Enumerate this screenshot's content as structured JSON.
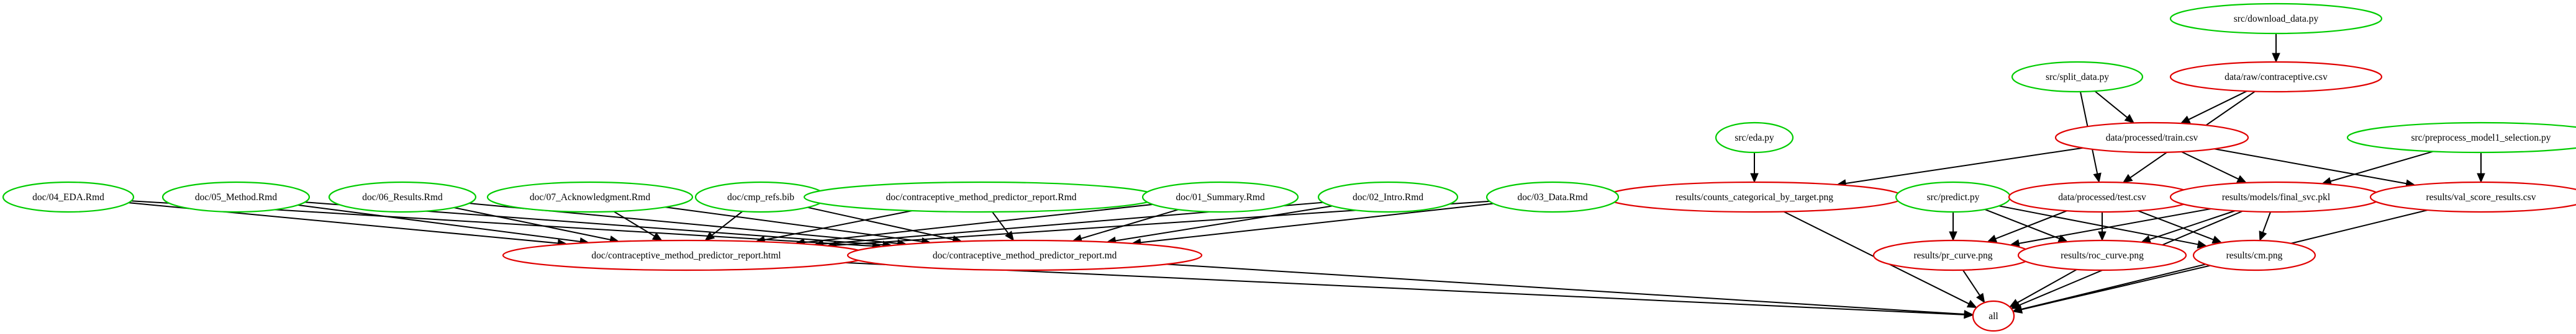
{
  "colors": {
    "source": "#00cc00",
    "target": "#e00000",
    "edge": "#000000",
    "background": "#ffffff"
  },
  "nodes": [
    {
      "id": "n_download",
      "label": "src/download_data.py",
      "kind": "source"
    },
    {
      "id": "n_raw",
      "label": "data/raw/contraceptive.csv",
      "kind": "target"
    },
    {
      "id": "n_split",
      "label": "src/split_data.py",
      "kind": "source"
    },
    {
      "id": "n_train",
      "label": "data/processed/train.csv",
      "kind": "target"
    },
    {
      "id": "n_eda",
      "label": "src/eda.py",
      "kind": "source"
    },
    {
      "id": "n_prep",
      "label": "src/preprocess_model1_selection.py",
      "kind": "source"
    },
    {
      "id": "n_counts",
      "label": "results/counts_categorical_by_target.png",
      "kind": "target"
    },
    {
      "id": "n_predict",
      "label": "src/predict.py",
      "kind": "source"
    },
    {
      "id": "n_test",
      "label": "data/processed/test.csv",
      "kind": "target"
    },
    {
      "id": "n_svc",
      "label": "results/models/final_svc.pkl",
      "kind": "target"
    },
    {
      "id": "n_val",
      "label": "results/val_score_results.csv",
      "kind": "target"
    },
    {
      "id": "n_pr",
      "label": "results/pr_curve.png",
      "kind": "target"
    },
    {
      "id": "n_roc",
      "label": "results/roc_curve.png",
      "kind": "target"
    },
    {
      "id": "n_cm",
      "label": "results/cm.png",
      "kind": "target"
    },
    {
      "id": "n_all",
      "label": "all",
      "kind": "target"
    },
    {
      "id": "n_eda_rmd",
      "label": "doc/04_EDA.Rmd",
      "kind": "source"
    },
    {
      "id": "n_method",
      "label": "doc/05_Method.Rmd",
      "kind": "source"
    },
    {
      "id": "n_results",
      "label": "doc/06_Results.Rmd",
      "kind": "source"
    },
    {
      "id": "n_ack",
      "label": "doc/07_Acknowledgment.Rmd",
      "kind": "source"
    },
    {
      "id": "n_bib",
      "label": "doc/cmp_refs.bib",
      "kind": "source"
    },
    {
      "id": "n_report_rmd",
      "label": "doc/contraceptive_method_predictor_report.Rmd",
      "kind": "source"
    },
    {
      "id": "n_summary",
      "label": "doc/01_Summary.Rmd",
      "kind": "source"
    },
    {
      "id": "n_intro",
      "label": "doc/02_Intro.Rmd",
      "kind": "source"
    },
    {
      "id": "n_data",
      "label": "doc/03_Data.Rmd",
      "kind": "source"
    },
    {
      "id": "n_html",
      "label": "doc/contraceptive_method_predictor_report.html",
      "kind": "target"
    },
    {
      "id": "n_md",
      "label": "doc/contraceptive_method_predictor_report.md",
      "kind": "target"
    }
  ],
  "edges": [
    [
      "n_download",
      "n_raw"
    ],
    [
      "n_raw",
      "n_train"
    ],
    [
      "n_raw",
      "n_test"
    ],
    [
      "n_split",
      "n_train"
    ],
    [
      "n_split",
      "n_test"
    ],
    [
      "n_eda",
      "n_counts"
    ],
    [
      "n_train",
      "n_counts"
    ],
    [
      "n_train",
      "n_svc"
    ],
    [
      "n_train",
      "n_val"
    ],
    [
      "n_prep",
      "n_svc"
    ],
    [
      "n_prep",
      "n_val"
    ],
    [
      "n_test",
      "n_pr"
    ],
    [
      "n_test",
      "n_roc"
    ],
    [
      "n_test",
      "n_cm"
    ],
    [
      "n_predict",
      "n_pr"
    ],
    [
      "n_predict",
      "n_roc"
    ],
    [
      "n_predict",
      "n_cm"
    ],
    [
      "n_svc",
      "n_pr"
    ],
    [
      "n_svc",
      "n_roc"
    ],
    [
      "n_svc",
      "n_cm"
    ],
    [
      "n_svc",
      "n_all"
    ],
    [
      "n_counts",
      "n_all"
    ],
    [
      "n_val",
      "n_all"
    ],
    [
      "n_pr",
      "n_all"
    ],
    [
      "n_roc",
      "n_all"
    ],
    [
      "n_cm",
      "n_all"
    ],
    [
      "n_html",
      "n_all"
    ],
    [
      "n_md",
      "n_all"
    ],
    [
      "n_eda_rmd",
      "n_html"
    ],
    [
      "n_eda_rmd",
      "n_md"
    ],
    [
      "n_method",
      "n_html"
    ],
    [
      "n_method",
      "n_md"
    ],
    [
      "n_results",
      "n_html"
    ],
    [
      "n_results",
      "n_md"
    ],
    [
      "n_ack",
      "n_html"
    ],
    [
      "n_ack",
      "n_md"
    ],
    [
      "n_bib",
      "n_html"
    ],
    [
      "n_bib",
      "n_md"
    ],
    [
      "n_report_rmd",
      "n_html"
    ],
    [
      "n_report_rmd",
      "n_md"
    ],
    [
      "n_summary",
      "n_html"
    ],
    [
      "n_summary",
      "n_md"
    ],
    [
      "n_intro",
      "n_html"
    ],
    [
      "n_intro",
      "n_md"
    ],
    [
      "n_data",
      "n_html"
    ],
    [
      "n_data",
      "n_md"
    ]
  ]
}
